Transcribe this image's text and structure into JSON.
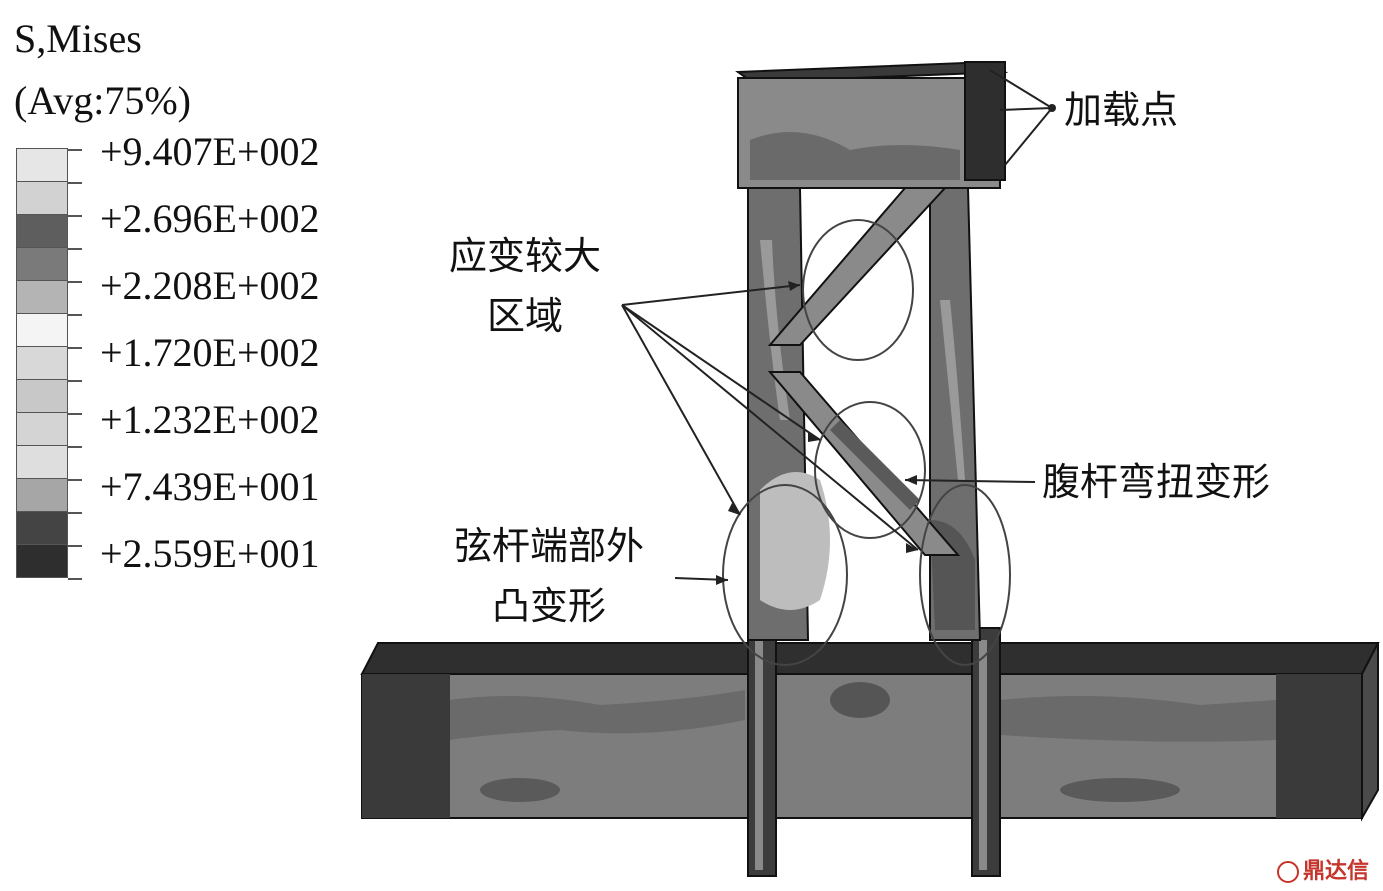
{
  "legend": {
    "title_line1": "S,Mises",
    "title_line2": "(Avg:75%)",
    "values": [
      "+9.407E+002",
      "+2.696E+002",
      "+2.208E+002",
      "+1.720E+002",
      "+1.232E+002",
      "+7.439E+001",
      "+2.559E+001"
    ],
    "swatch_colors": [
      "#e6e6e6",
      "#d2d2d2",
      "#5e5e5e",
      "#7a7a7a",
      "#b4b4b4",
      "#f4f4f4",
      "#d8d8d8",
      "#c8c8c8",
      "#d4d4d4",
      "#dedede",
      "#a6a6a6",
      "#444444",
      "#2e2e2e"
    ]
  },
  "annotations": {
    "load_point": "加载点",
    "high_strain_line1": "应变较大",
    "high_strain_line2": "区域",
    "web_member": "腹杆弯扭变形",
    "chord_line1": "弦杆端部外",
    "chord_line2": "凸变形"
  },
  "watermark": "鼎达信"
}
